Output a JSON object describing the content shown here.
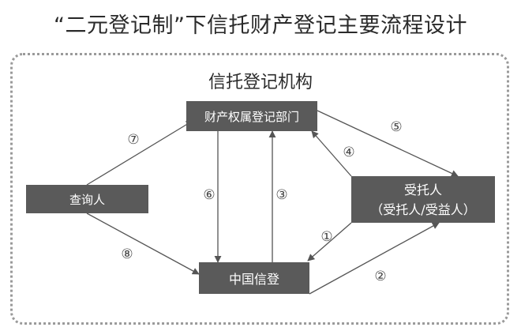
{
  "title": "“二元登记制”下信托财产登记主要流程设计",
  "organization": "信托登记机构",
  "nodes": {
    "registry": "财产权属登记部门",
    "inquirer": "查询人",
    "trustee_line1": "受托人",
    "trustee_line2": "（受托人/受益人）",
    "china_trust_registration": "中国信登"
  },
  "steps": [
    "①",
    "②",
    "③",
    "④",
    "⑤",
    "⑥",
    "⑦",
    "⑧"
  ],
  "colors": {
    "box": "#5a5a5a",
    "arrow": "#555555",
    "frame": "#9a9a9a"
  }
}
